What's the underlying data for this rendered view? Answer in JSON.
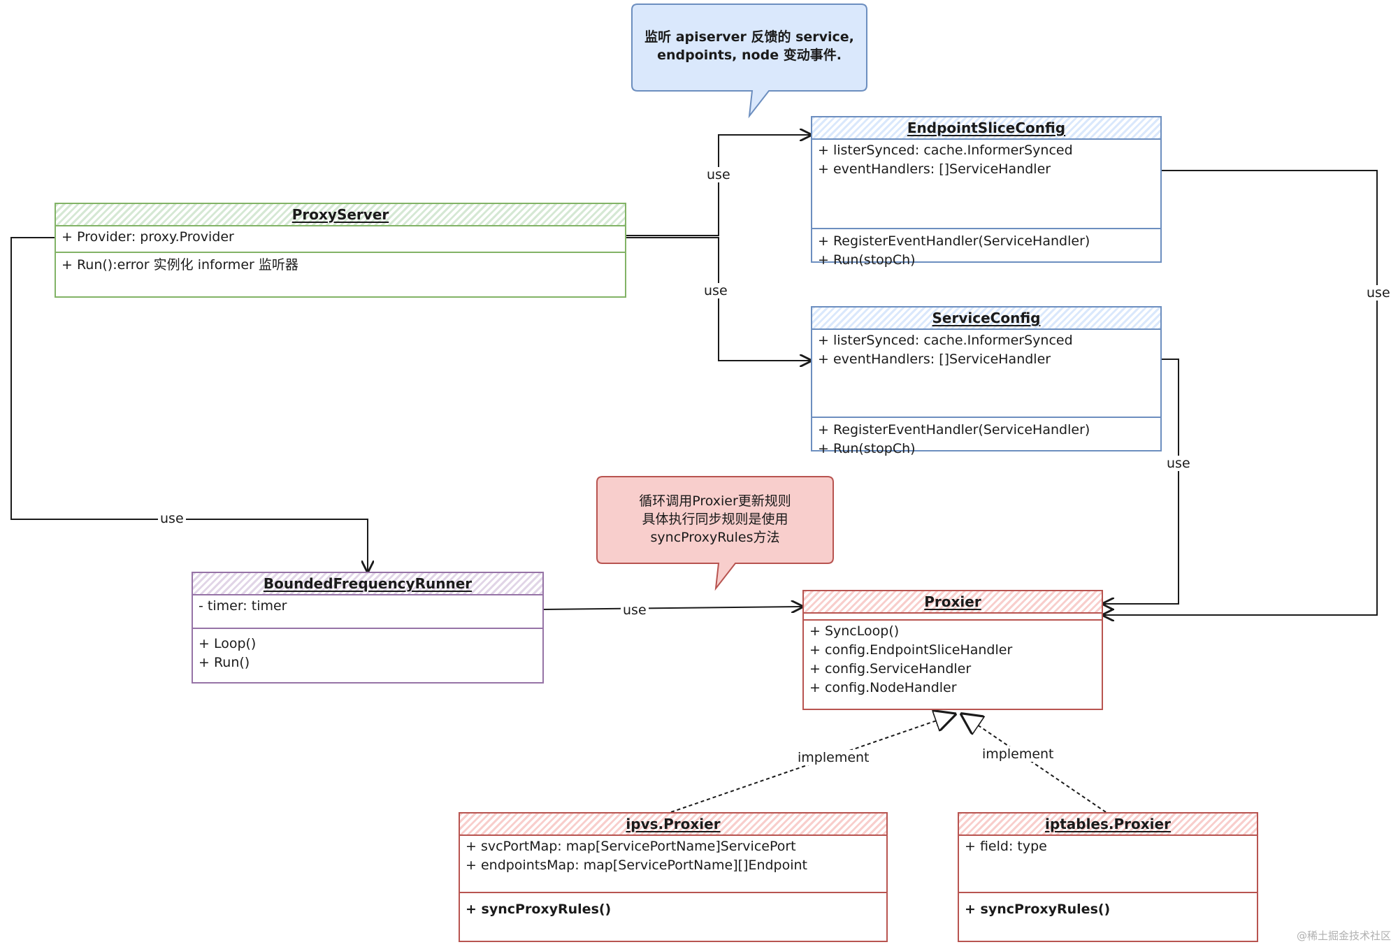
{
  "callouts": {
    "top_line1": "监听 apiserver 反馈的 service,",
    "top_line2": "endpoints, node 变动事件.",
    "mid_line1": "循环调用Proxier更新规则",
    "mid_line2": "具体执行同步规则是使用",
    "mid_line3": "syncProxyRules方法"
  },
  "classes": {
    "proxy_server": {
      "title": "ProxyServer",
      "attrs": [
        "+ Provider: proxy.Provider"
      ],
      "methods": [
        "+ Run():error 实例化 informer 监听器"
      ]
    },
    "endpoint_slice_config": {
      "title": "EndpointSliceConfig",
      "attrs": [
        "+ listerSynced: cache.InformerSynced",
        "+ eventHandlers: []ServiceHandler"
      ],
      "methods": [
        "+ RegisterEventHandler(ServiceHandler)",
        "+ Run(stopCh)"
      ]
    },
    "service_config": {
      "title": "ServiceConfig",
      "attrs": [
        "+ listerSynced: cache.InformerSynced",
        "+ eventHandlers: []ServiceHandler"
      ],
      "methods": [
        "+ RegisterEventHandler(ServiceHandler)",
        "+ Run(stopCh)"
      ]
    },
    "bounded_frequency_runner": {
      "title": "BoundedFrequencyRunner",
      "attrs": [
        "- timer: timer"
      ],
      "methods": [
        "+ Loop()",
        "+ Run()"
      ]
    },
    "proxier": {
      "title": "Proxier",
      "methods": [
        "+ SyncLoop()",
        "+ config.EndpointSliceHandler",
        "+ config.ServiceHandler",
        "+ config.NodeHandler"
      ]
    },
    "ipvs_proxier": {
      "title": "ipvs.Proxier",
      "attrs": [
        "+ svcPortMap: map[ServicePortName]ServicePort",
        "+ endpointsMap: map[ServicePortName][]Endpoint"
      ],
      "methods": [
        "+ syncProxyRules()"
      ]
    },
    "iptables_proxier": {
      "title": "iptables.Proxier",
      "attrs": [
        "+ field: type"
      ],
      "methods": [
        "+ syncProxyRules()"
      ]
    }
  },
  "edges": {
    "use": "use",
    "implement": "implement"
  },
  "watermark": "@稀土掘金技术社区",
  "colors": {
    "green": "#82b366",
    "blue": "#6c8ebf",
    "purple": "#9673a6",
    "red": "#b85450",
    "line": "#1a1a1a"
  }
}
